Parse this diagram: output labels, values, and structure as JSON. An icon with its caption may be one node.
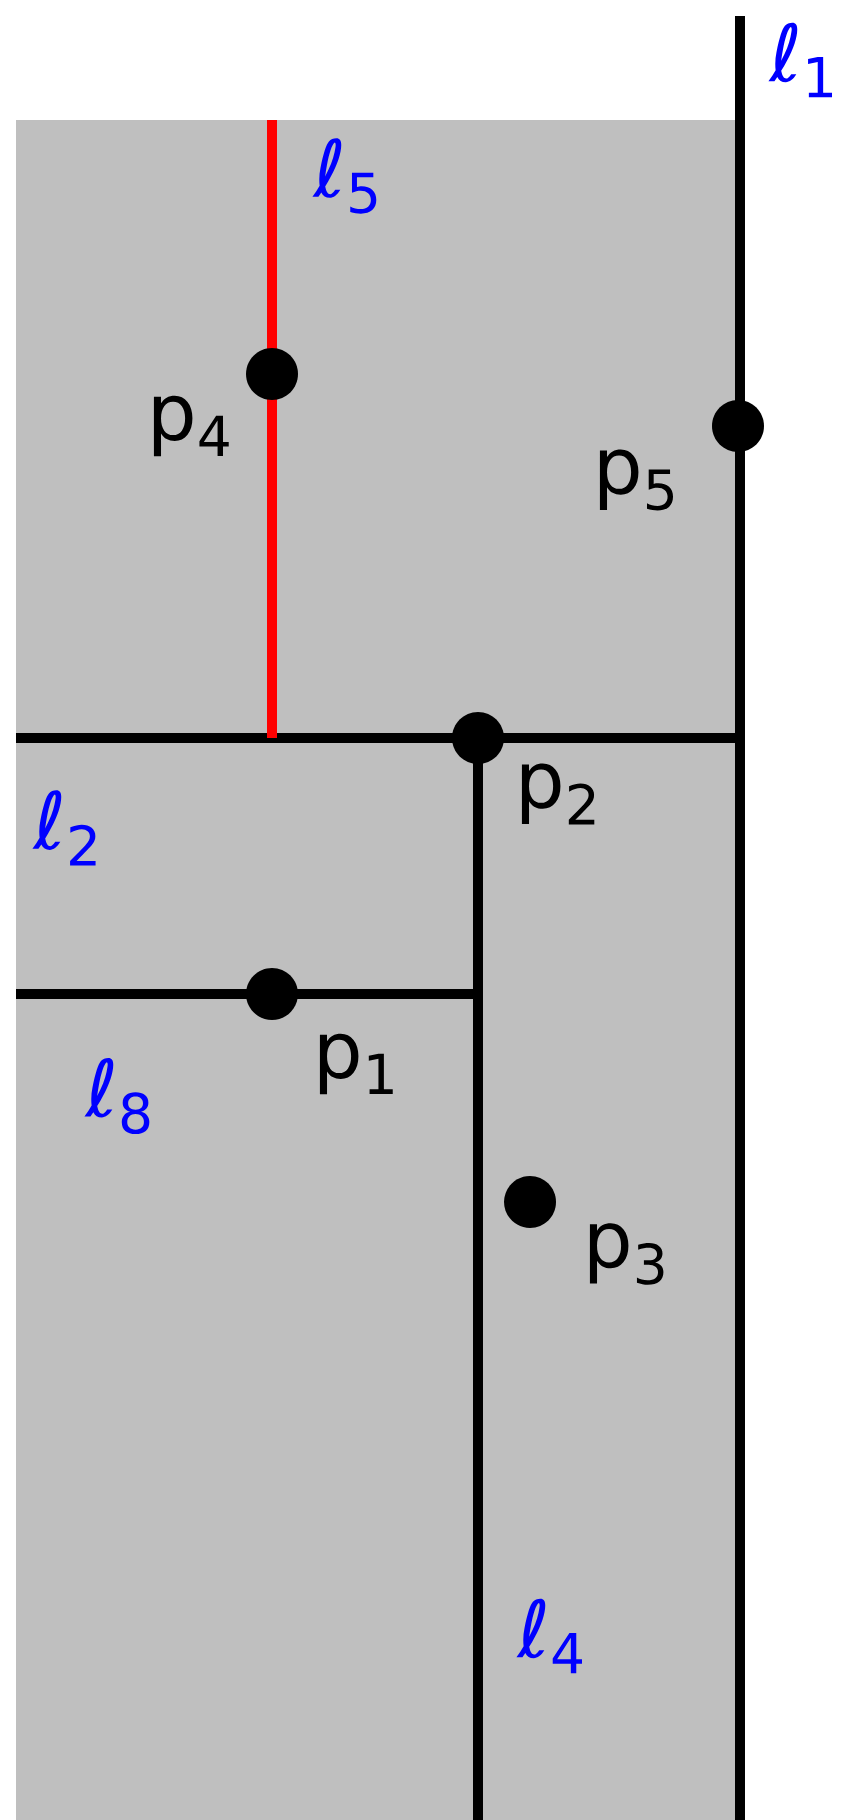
{
  "diagram": {
    "nodes": [
      {
        "text": [],
        "shape": "circle",
        "beside": [
          "p$_{4}$"
        ]
      },
      {
        "text": [],
        "shape": "circle",
        "beside": [
          "p$_{5}$"
        ]
      },
      {
        "text": [],
        "shape": "circle",
        "beside": [
          "p$_{2}$"
        ]
      },
      {
        "text": [],
        "shape": "circle",
        "beside": [
          "p$_{1}$"
        ]
      },
      {
        "text": [],
        "shape": "circle",
        "beside": [
          "p$_{3}$"
        ]
      }
    ],
    "labels": [
      "ℓ$_{1}$",
      "ℓ$_{5}$",
      "ℓ$_{2}$",
      "ℓ$_{8}$",
      "ℓ$_{4}$"
    ]
  }
}
